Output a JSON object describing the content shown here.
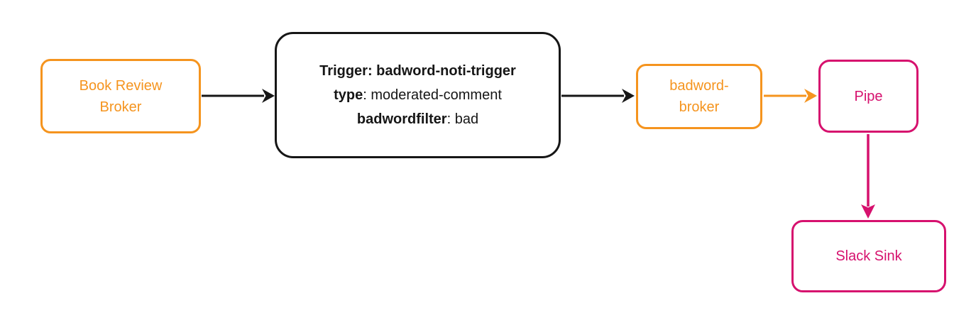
{
  "colors": {
    "orange": "#F5941E",
    "pink": "#D6116E",
    "black": "#161616",
    "background": "#FFFFFF"
  },
  "nodes": {
    "book_review_broker": {
      "label": "Book Review Broker",
      "type": "broker",
      "color": "orange"
    },
    "trigger": {
      "type": "trigger",
      "color": "black",
      "lines": [
        {
          "bold": "Trigger: badword-noti-trigger",
          "rest": ""
        },
        {
          "bold": "type",
          "rest": ": moderated-comment"
        },
        {
          "bold": "badwordfilter",
          "rest": ": bad"
        }
      ]
    },
    "badword_broker": {
      "label": "badword-broker",
      "type": "broker",
      "color": "orange"
    },
    "pipe": {
      "label": "Pipe",
      "type": "pipe",
      "color": "pink"
    },
    "slack_sink": {
      "label": "Slack Sink",
      "type": "sink",
      "color": "pink"
    }
  },
  "edges": [
    {
      "from": "book_review_broker",
      "to": "trigger",
      "color": "black",
      "direction": "right"
    },
    {
      "from": "trigger",
      "to": "badword_broker",
      "color": "black",
      "direction": "right"
    },
    {
      "from": "badword_broker",
      "to": "pipe",
      "color": "orange",
      "direction": "right"
    },
    {
      "from": "pipe",
      "to": "slack_sink",
      "color": "pink",
      "direction": "down"
    }
  ]
}
